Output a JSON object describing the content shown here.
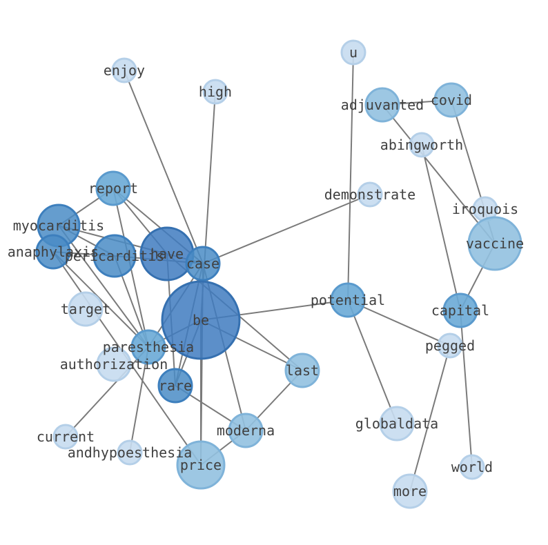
{
  "graph": {
    "nodes": [
      {
        "id": "u",
        "label": "u",
        "level": 1
      },
      {
        "id": "enjoy",
        "label": "enjoy",
        "level": 1
      },
      {
        "id": "high",
        "label": "high",
        "level": 1
      },
      {
        "id": "adjuvanted",
        "label": "adjuvanted",
        "level": 2
      },
      {
        "id": "covid",
        "label": "covid",
        "level": 2
      },
      {
        "id": "abingworth",
        "label": "abingworth",
        "level": 1
      },
      {
        "id": "report",
        "label": "report",
        "level": 3
      },
      {
        "id": "demonstrate",
        "label": "demonstrate",
        "level": 1
      },
      {
        "id": "iroquois",
        "label": "iroquois",
        "level": 1
      },
      {
        "id": "myocarditis",
        "label": "myocarditis",
        "level": 4
      },
      {
        "id": "vaccine",
        "label": "vaccine",
        "level": 2
      },
      {
        "id": "anaphylaxis",
        "label": "anaphylaxis",
        "level": 4
      },
      {
        "id": "pericarditis",
        "label": "pericarditis",
        "level": 4
      },
      {
        "id": "have",
        "label": "have",
        "level": 5
      },
      {
        "id": "case",
        "label": "case",
        "level": 4
      },
      {
        "id": "target",
        "label": "target",
        "level": 1
      },
      {
        "id": "potential",
        "label": "potential",
        "level": 3
      },
      {
        "id": "capital",
        "label": "capital",
        "level": 3
      },
      {
        "id": "be",
        "label": "be",
        "level": 5
      },
      {
        "id": "paresthesia",
        "label": "paresthesia",
        "level": 3
      },
      {
        "id": "pegged",
        "label": "pegged",
        "level": 1
      },
      {
        "id": "last",
        "label": "last",
        "level": 2
      },
      {
        "id": "authorization",
        "label": "authorization",
        "level": 1
      },
      {
        "id": "rare",
        "label": "rare",
        "level": 4
      },
      {
        "id": "globaldata",
        "label": "globaldata",
        "level": 1
      },
      {
        "id": "moderna",
        "label": "moderna",
        "level": 2
      },
      {
        "id": "current",
        "label": "current",
        "level": 1
      },
      {
        "id": "andhypoesthesia",
        "label": "andhypoesthesia",
        "level": 1
      },
      {
        "id": "price",
        "label": "price",
        "level": 2
      },
      {
        "id": "world",
        "label": "world",
        "level": 1
      },
      {
        "id": "more",
        "label": "more",
        "level": 1
      }
    ],
    "edges": [
      [
        "u",
        "potential"
      ],
      [
        "potential",
        "be"
      ],
      [
        "potential",
        "globaldata"
      ],
      [
        "potential",
        "pegged"
      ],
      [
        "adjuvanted",
        "covid"
      ],
      [
        "adjuvanted",
        "vaccine"
      ],
      [
        "covid",
        "vaccine"
      ],
      [
        "abingworth",
        "capital"
      ],
      [
        "capital",
        "vaccine"
      ],
      [
        "capital",
        "world"
      ],
      [
        "pegged",
        "more"
      ],
      [
        "enjoy",
        "case"
      ],
      [
        "high",
        "be"
      ],
      [
        "demonstrate",
        "case"
      ],
      [
        "report",
        "have"
      ],
      [
        "report",
        "case"
      ],
      [
        "report",
        "paresthesia"
      ],
      [
        "report",
        "myocarditis"
      ],
      [
        "myocarditis",
        "pericarditis"
      ],
      [
        "myocarditis",
        "have"
      ],
      [
        "myocarditis",
        "paresthesia"
      ],
      [
        "anaphylaxis",
        "pericarditis"
      ],
      [
        "anaphylaxis",
        "paresthesia"
      ],
      [
        "anaphylaxis",
        "price"
      ],
      [
        "pericarditis",
        "case"
      ],
      [
        "pericarditis",
        "paresthesia"
      ],
      [
        "have",
        "rare"
      ],
      [
        "have",
        "case"
      ],
      [
        "case",
        "rare"
      ],
      [
        "case",
        "moderna"
      ],
      [
        "case",
        "paresthesia"
      ],
      [
        "be",
        "last"
      ],
      [
        "be",
        "price"
      ],
      [
        "be",
        "rare"
      ],
      [
        "be",
        "paresthesia"
      ],
      [
        "have",
        "last"
      ],
      [
        "paresthesia",
        "current"
      ],
      [
        "paresthesia",
        "andhypoesthesia"
      ],
      [
        "rare",
        "moderna"
      ],
      [
        "moderna",
        "last"
      ],
      [
        "price",
        "moderna"
      ],
      [
        "price",
        "case"
      ]
    ]
  },
  "colors": {
    "level_1": "#c6dbef",
    "level_2": "#92c1e0",
    "level_3": "#6aaad6",
    "level_4": "#4a8cc6",
    "level_5": "#3f7bbf",
    "edge": "#7a7a7a",
    "label": "#404040"
  }
}
